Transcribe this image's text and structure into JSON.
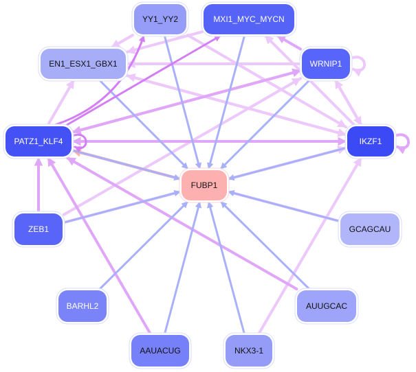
{
  "graph": {
    "type": "directed-network",
    "nodes": [
      {
        "id": "YY1_YY2",
        "label": "YY1_YY2",
        "fill": "#959df8",
        "text": "#111111"
      },
      {
        "id": "MXI1_MYC_MYCN",
        "label": "MXI1_MYC_MYCN",
        "fill": "#5563f7",
        "text": "#ffffff"
      },
      {
        "id": "EN1_ESX1_GBX1",
        "label": "EN1_ESX1_GBX1",
        "fill": "#a7adf7",
        "text": "#111111"
      },
      {
        "id": "WRNIP1",
        "label": "WRNIP1",
        "fill": "#5865fa",
        "text": "#ffffff"
      },
      {
        "id": "PATZ1_KLF4",
        "label": "PATZ1_KLF4",
        "fill": "#4452f5",
        "text": "#ffffff"
      },
      {
        "id": "IKZF1",
        "label": "IKZF1",
        "fill": "#3b4af5",
        "text": "#ffffff"
      },
      {
        "id": "FUBP1",
        "label": "FUBP1",
        "fill": "#fdb0b0",
        "text": "#111111"
      },
      {
        "id": "ZEB1",
        "label": "ZEB1",
        "fill": "#5865f8",
        "text": "#ffffff"
      },
      {
        "id": "GCAGCAU",
        "label": "GCAGCAU",
        "fill": "#b1b6fb",
        "text": "#111111"
      },
      {
        "id": "BARHL2",
        "label": "BARHL2",
        "fill": "#7a83f8",
        "text": "#ffffff"
      },
      {
        "id": "AUUGCAC",
        "label": "AUUGCAC",
        "fill": "#9ea4f9",
        "text": "#111111"
      },
      {
        "id": "AAUACUG",
        "label": "AAUACUG",
        "fill": "#7680f8",
        "text": "#111111"
      },
      {
        "id": "NKX3-1",
        "label": "NKX3-1",
        "fill": "#959cf8",
        "text": "#111111"
      }
    ],
    "edge_colors": {
      "target_fubp1": "#a9b0fa",
      "regulatory_strong": "#d47ef5",
      "regulatory": "#e0a6f8",
      "regulatory_light": "#ecc8fb",
      "fubp1_out": "#fbb0a8"
    },
    "edges": [
      {
        "from": "YY1_YY2",
        "to": "FUBP1",
        "kind": "target_fubp1"
      },
      {
        "from": "MXI1_MYC_MYCN",
        "to": "FUBP1",
        "kind": "target_fubp1"
      },
      {
        "from": "EN1_ESX1_GBX1",
        "to": "FUBP1",
        "kind": "target_fubp1"
      },
      {
        "from": "WRNIP1",
        "to": "FUBP1",
        "kind": "target_fubp1"
      },
      {
        "from": "IKZF1",
        "to": "FUBP1",
        "kind": "target_fubp1"
      },
      {
        "from": "PATZ1_KLF4",
        "to": "FUBP1",
        "kind": "target_fubp1"
      },
      {
        "from": "ZEB1",
        "to": "FUBP1",
        "kind": "target_fubp1"
      },
      {
        "from": "GCAGCAU",
        "to": "FUBP1",
        "kind": "target_fubp1"
      },
      {
        "from": "BARHL2",
        "to": "FUBP1",
        "kind": "target_fubp1"
      },
      {
        "from": "AUUGCAC",
        "to": "FUBP1",
        "kind": "target_fubp1"
      },
      {
        "from": "AAUACUG",
        "to": "FUBP1",
        "kind": "target_fubp1"
      },
      {
        "from": "NKX3-1",
        "to": "FUBP1",
        "kind": "target_fubp1"
      },
      {
        "from": "FUBP1",
        "to": "PATZ1_KLF4",
        "kind": "fubp1_out"
      },
      {
        "from": "PATZ1_KLF4",
        "to": "YY1_YY2",
        "kind": "regulatory_strong",
        "curve": 0.25
      },
      {
        "from": "PATZ1_KLF4",
        "to": "MXI1_MYC_MYCN",
        "kind": "regulatory_strong"
      },
      {
        "from": "PATZ1_KLF4",
        "to": "PATZ1_KLF4",
        "kind": "regulatory_strong"
      },
      {
        "from": "WRNIP1",
        "to": "PATZ1_KLF4",
        "kind": "regulatory"
      },
      {
        "from": "PATZ1_KLF4",
        "to": "WRNIP1",
        "kind": "regulatory"
      },
      {
        "from": "IKZF1",
        "to": "PATZ1_KLF4",
        "kind": "regulatory"
      },
      {
        "from": "PATZ1_KLF4",
        "to": "IKZF1",
        "kind": "regulatory"
      },
      {
        "from": "PATZ1_KLF4",
        "to": "EN1_ESX1_GBX1",
        "kind": "regulatory_light"
      },
      {
        "from": "WRNIP1",
        "to": "EN1_ESX1_GBX1",
        "kind": "regulatory_light"
      },
      {
        "from": "IKZF1",
        "to": "EN1_ESX1_GBX1",
        "kind": "regulatory_light"
      },
      {
        "from": "MXI1_MYC_MYCN",
        "to": "EN1_ESX1_GBX1",
        "kind": "regulatory_light"
      },
      {
        "from": "YY1_YY2",
        "to": "EN1_ESX1_GBX1",
        "kind": "regulatory_light"
      },
      {
        "from": "WRNIP1",
        "to": "MXI1_MYC_MYCN",
        "kind": "regulatory"
      },
      {
        "from": "IKZF1",
        "to": "MXI1_MYC_MYCN",
        "kind": "regulatory_light"
      },
      {
        "from": "IKZF1",
        "to": "WRNIP1",
        "kind": "regulatory_light"
      },
      {
        "from": "WRNIP1",
        "to": "IKZF1",
        "kind": "regulatory_light"
      },
      {
        "from": "WRNIP1",
        "to": "WRNIP1",
        "kind": "regulatory_light"
      },
      {
        "from": "IKZF1",
        "to": "IKZF1",
        "kind": "regulatory"
      },
      {
        "from": "YY1_YY2",
        "to": "IKZF1",
        "kind": "regulatory_light"
      },
      {
        "from": "EN1_ESX1_GBX1",
        "to": "IKZF1",
        "kind": "regulatory_light"
      },
      {
        "from": "ZEB1",
        "to": "PATZ1_KLF4",
        "kind": "regulatory"
      },
      {
        "from": "AAUACUG",
        "to": "PATZ1_KLF4",
        "kind": "regulatory"
      },
      {
        "from": "AUUGCAC",
        "to": "PATZ1_KLF4",
        "kind": "regulatory"
      },
      {
        "from": "GCAGCAU",
        "to": "PATZ1_KLF4",
        "kind": "regulatory_light"
      },
      {
        "from": "ZEB1",
        "to": "WRNIP1",
        "kind": "regulatory_light"
      },
      {
        "from": "ZEB1",
        "to": "IKZF1",
        "kind": "regulatory_light"
      },
      {
        "from": "NKX3-1",
        "to": "IKZF1",
        "kind": "regulatory_light"
      }
    ]
  }
}
